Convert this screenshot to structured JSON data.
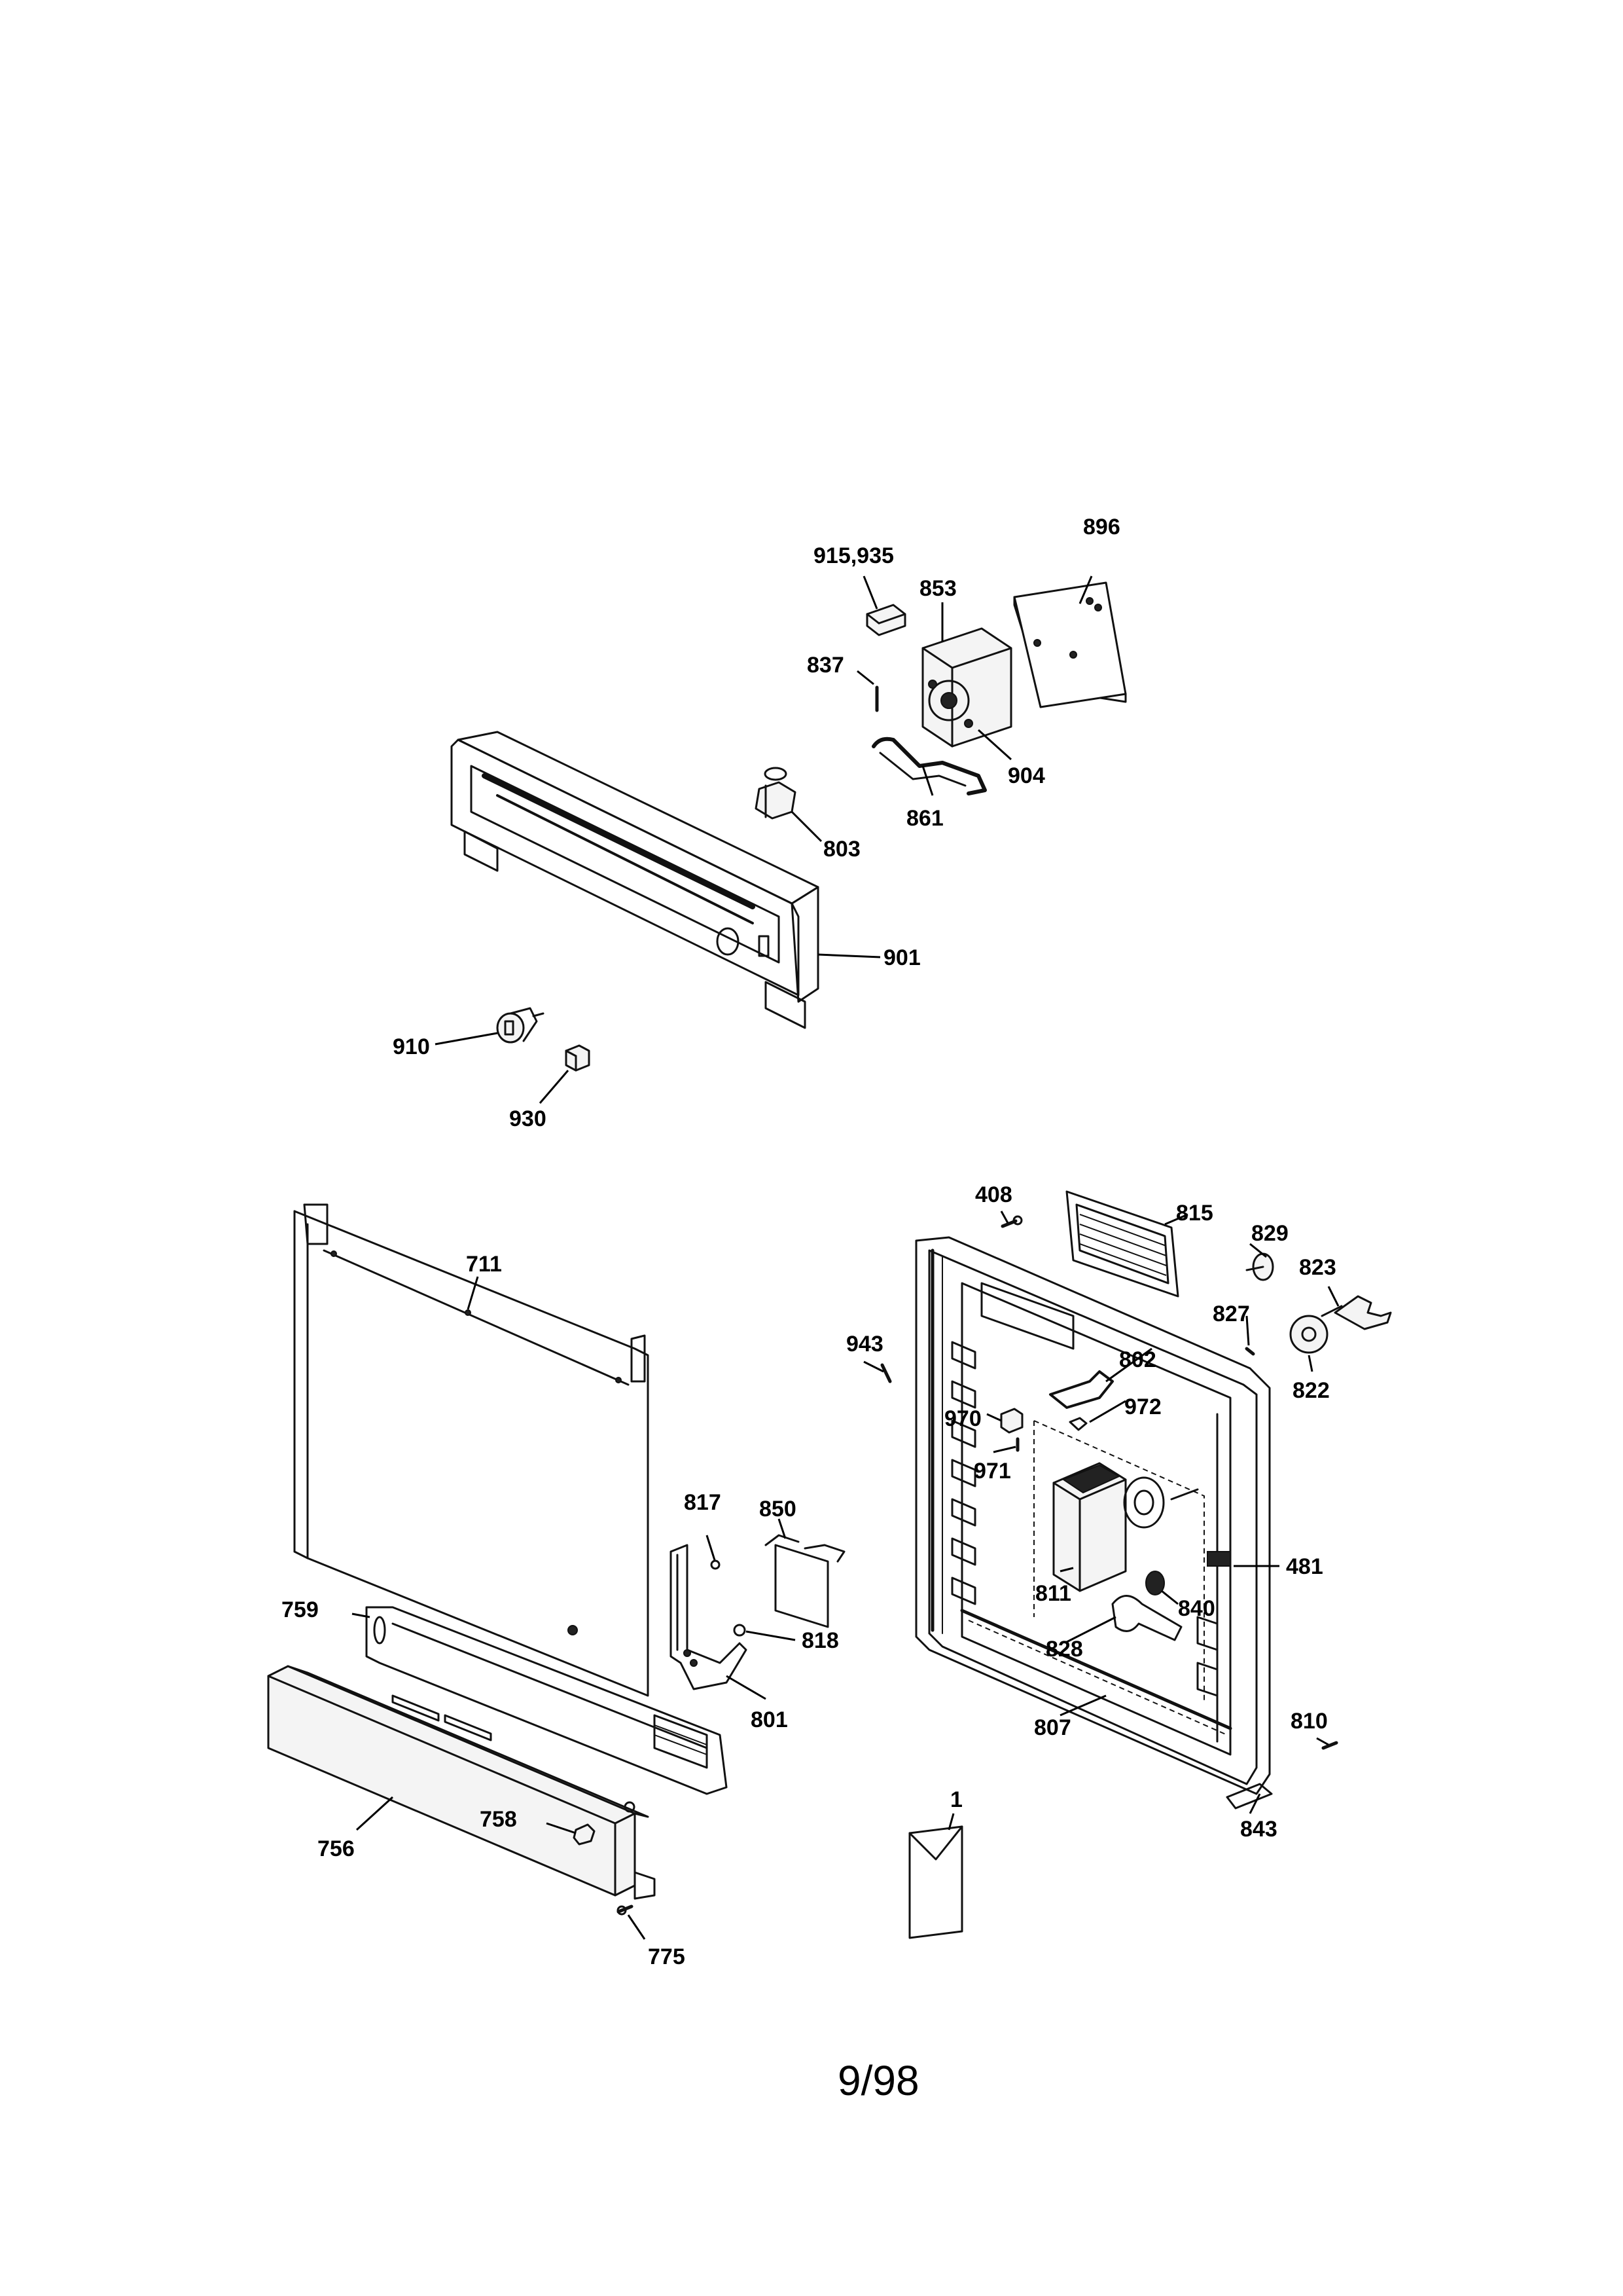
{
  "callouts": {
    "c896": "896",
    "c915": "915,935",
    "c853": "853",
    "c837": "837",
    "c904": "904",
    "c861": "861",
    "c803": "803",
    "c901": "901",
    "c910": "910",
    "c930": "930",
    "c408": "408",
    "c815": "815",
    "c829": "829",
    "c823": "823",
    "c827": "827",
    "c711": "711",
    "c943": "943",
    "c802": "802",
    "c822": "822",
    "c972": "972",
    "c970": "970",
    "c971": "971",
    "c817": "817",
    "c850": "850",
    "c481": "481",
    "c759": "759",
    "c811": "811",
    "c840": "840",
    "c818": "818",
    "c828": "828",
    "c801": "801",
    "c807": "807",
    "c810": "810",
    "c758": "758",
    "c756": "756",
    "c1": "1",
    "c843": "843",
    "c775": "775"
  },
  "page_number": "9/98"
}
